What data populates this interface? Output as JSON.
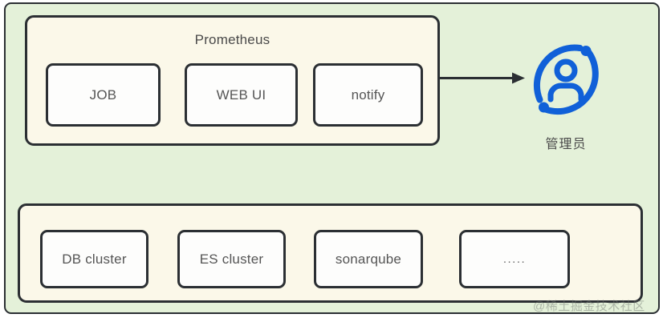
{
  "diagram": {
    "background_color": "#ffffff",
    "outer_container": {
      "name": "monitoring-environment",
      "fill_color": "#e4f1d9",
      "border_color": "#2b2f33"
    },
    "groups": [
      {
        "id": "prometheus",
        "title": "Prometheus",
        "fill_color": "#fbf8e9",
        "border_color": "#2b2f33",
        "nodes": [
          {
            "id": "job",
            "label": "JOB"
          },
          {
            "id": "webui",
            "label": "WEB UI"
          },
          {
            "id": "notify",
            "label": "notify"
          }
        ]
      },
      {
        "id": "targets",
        "title": "",
        "fill_color": "#fbf8e9",
        "border_color": "#2b2f33",
        "nodes": [
          {
            "id": "db-cluster",
            "label": "DB cluster"
          },
          {
            "id": "es-cluster",
            "label": "ES cluster"
          },
          {
            "id": "sonarqube",
            "label": "sonarqube"
          },
          {
            "id": "more",
            "label": "....."
          }
        ]
      }
    ],
    "actor": {
      "id": "admin",
      "label": "管理员",
      "icon": "user-circle-icon",
      "icon_color": "#1060d8"
    },
    "connectors": [
      {
        "id": "notify-to-admin",
        "from": "notify",
        "to": "admin",
        "style": "solid-arrow",
        "color": "#2b2f33",
        "label": ""
      }
    ],
    "watermark": "@稀土掘金技术社区"
  }
}
